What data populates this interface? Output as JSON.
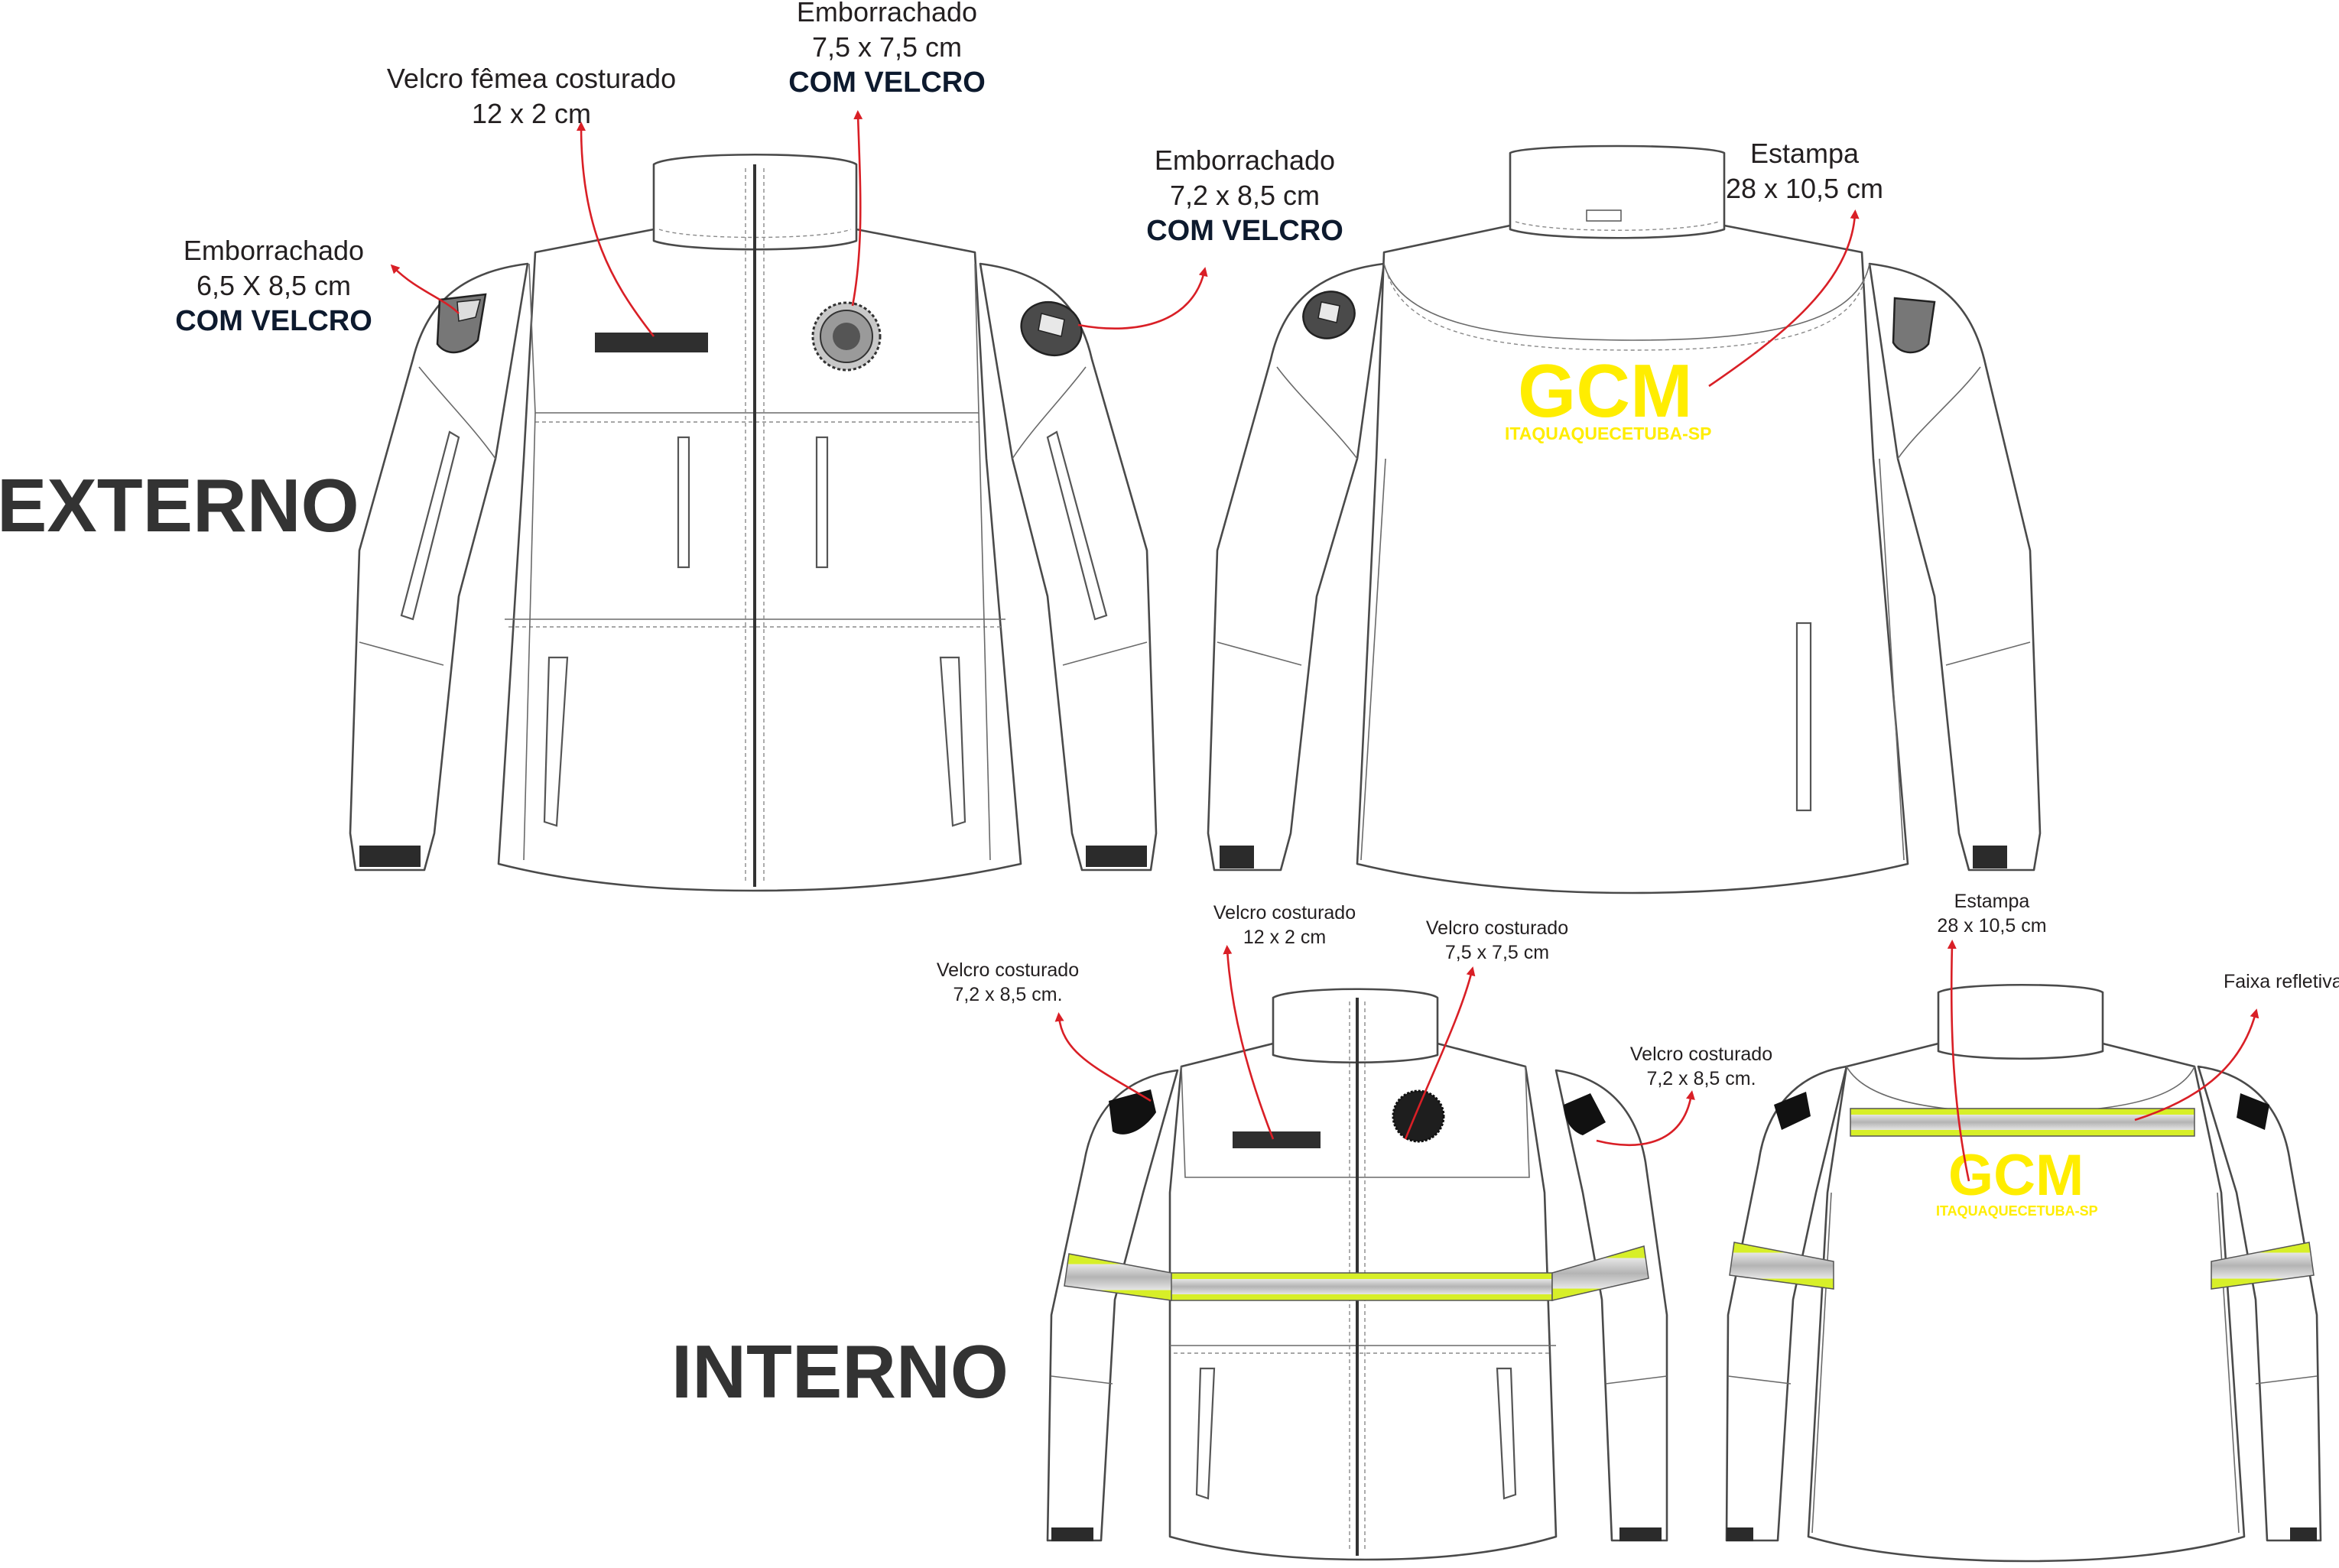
{
  "sections": {
    "externo": "EXTERNO",
    "interno": "INTERNO"
  },
  "externo_front": {
    "left_sleeve_patch": {
      "title": "Emborrachado",
      "size": "6,5 X 8,5 cm",
      "note": "COM VELCRO"
    },
    "name_tag": {
      "title": "Velcro fêmea costurado",
      "size": "12 x 2 cm"
    },
    "chest_patch": {
      "title": "Emborrachado",
      "size": "7,5 x 7,5 cm",
      "note": "COM VELCRO"
    },
    "right_sleeve_patch": {
      "title": "Emborrachado",
      "size": "7,2 x 8,5 cm",
      "note": "COM VELCRO"
    }
  },
  "externo_back": {
    "print": {
      "title": "Estampa",
      "size": "28 x 10,5 cm"
    },
    "print_text": "GCM",
    "print_subtext": "ITAQUAQUECETUBA-SP"
  },
  "interno_front": {
    "left_sleeve_velcro": {
      "title": "Velcro costurado",
      "size": "7,2 x 8,5 cm."
    },
    "name_tag_velcro": {
      "title": "Velcro costurado",
      "size": "12 x 2 cm"
    },
    "chest_velcro": {
      "title": "Velcro costurado",
      "size": "7,5 x 7,5 cm"
    },
    "right_sleeve_velcro": {
      "title": "Velcro costurado",
      "size": "7,2 x 8,5 cm."
    }
  },
  "interno_back": {
    "print": {
      "title": "Estampa",
      "size": "28 x 10,5 cm"
    },
    "reflective": {
      "title": "Faixa refletiva"
    },
    "print_text": "GCM",
    "print_subtext": "ITAQUAQUECETUBA-SP"
  },
  "colors": {
    "print_yellow": "#ffed00",
    "reflective_yellow": "#d7ef28",
    "reflective_silver": "#c8c8c8",
    "arrow_red": "#d91f26",
    "outline": "#4a4a4a",
    "section_text": "#333333",
    "callout_bold": "#0d1a2e"
  }
}
